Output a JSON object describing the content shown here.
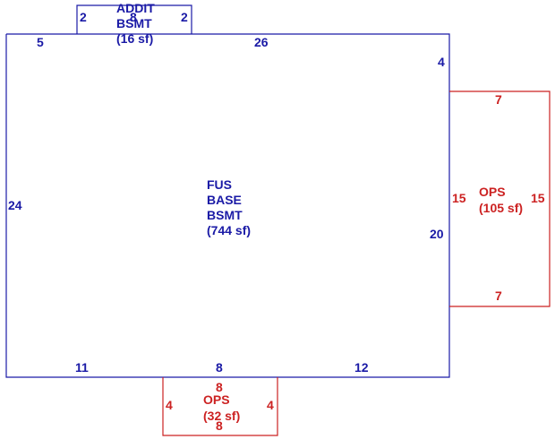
{
  "colors": {
    "main": "#1a1aa6",
    "ops": "#cc2222"
  },
  "main_area": {
    "label_lines": [
      "FUS",
      "BASE",
      "BSMT",
      "(744 sf)"
    ],
    "dims": {
      "top_left": "5",
      "top_right": "26",
      "right_top": "4",
      "left": "24",
      "right": "20",
      "bottom_left": "11",
      "bottom_mid": "8",
      "bottom_right": "12"
    }
  },
  "addit_area": {
    "label_lines": [
      "ADDIT",
      "BSMT",
      "(16 sf)"
    ],
    "dims": {
      "left": "2",
      "top": "8",
      "right": "2"
    }
  },
  "ops_right": {
    "label_lines": [
      "OPS",
      "(105 sf)"
    ],
    "dims": {
      "top": "7",
      "left": "15",
      "right": "15",
      "bottom": "7"
    }
  },
  "ops_bottom": {
    "label_lines": [
      "OPS",
      "(32 sf)"
    ],
    "dims": {
      "top": "8",
      "left": "4",
      "right": "4",
      "bottom": "8"
    }
  }
}
